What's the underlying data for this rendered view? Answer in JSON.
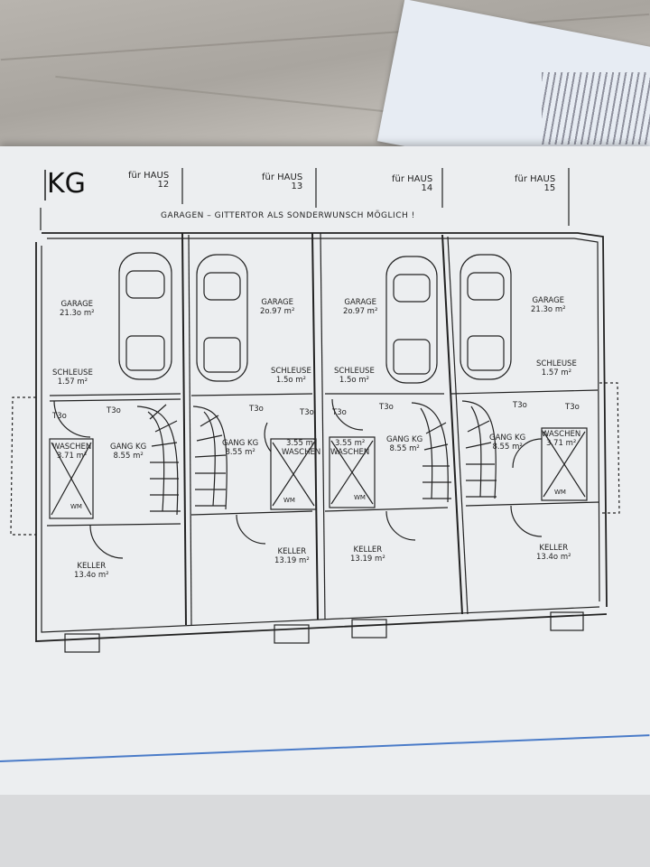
{
  "sheet": {
    "title": "KG",
    "note": "GARAGEN – GITTERTOR ALS SONDERWUNSCH MÖGLICH !"
  },
  "houses": [
    {
      "header_label": "für HAUS",
      "number": "12"
    },
    {
      "header_label": "für HAUS",
      "number": "13"
    },
    {
      "header_label": "für HAUS",
      "number": "14"
    },
    {
      "header_label": "für HAUS",
      "number": "15"
    }
  ],
  "rooms": {
    "h12": {
      "garage": "GARAGE",
      "garage_area": "21.3o m²",
      "schleuse": "SCHLEUSE",
      "schleuse_area": "1.57 m²",
      "door1": "T3o",
      "door2": "T3o",
      "waschen": "WASCHEN",
      "waschen_area": "3.71 m²",
      "gang": "GANG KG",
      "gang_area": "8.55 m²",
      "wm": "WM",
      "keller": "KELLER",
      "keller_area": "13.4o m²"
    },
    "h13": {
      "garage": "GARAGE",
      "garage_area": "2o.97 m²",
      "schleuse": "SCHLEUSE",
      "schleuse_area": "1.5o m²",
      "door1": "T3o",
      "door2": "T3o",
      "waschen": "WASCHEN",
      "waschen_area": "3.55 m²",
      "gang": "GANG KG",
      "gang_area": "8.55 m²",
      "wm": "WM",
      "keller": "KELLER",
      "keller_area": "13.19 m²"
    },
    "h14": {
      "garage": "GARAGE",
      "garage_area": "2o.97 m²",
      "schleuse": "SCHLEUSE",
      "schleuse_area": "1.5o m²",
      "door1": "T3o",
      "door2": "T3o",
      "waschen": "WASCHEN",
      "waschen_area": "3.55 m²",
      "gang": "GANG KG",
      "gang_area": "8.55 m²",
      "wm": "WM",
      "keller": "KELLER",
      "keller_area": "13.19 m²"
    },
    "h15": {
      "garage": "GARAGE",
      "garage_area": "21.3o m²",
      "schleuse": "SCHLEUSE",
      "schleuse_area": "1.57 m²",
      "door1": "T3o",
      "door2": "T3o",
      "waschen": "WASCHEN",
      "waschen_area": "3.71 m²",
      "gang": "GANG KG",
      "gang_area": "8.55 m²",
      "wm": "WM",
      "keller": "KELLER",
      "keller_area": "13.4o m²"
    }
  },
  "colors": {
    "ink": "#222222",
    "paper": "#eceef0",
    "accent_line": "#4a7bc8"
  }
}
